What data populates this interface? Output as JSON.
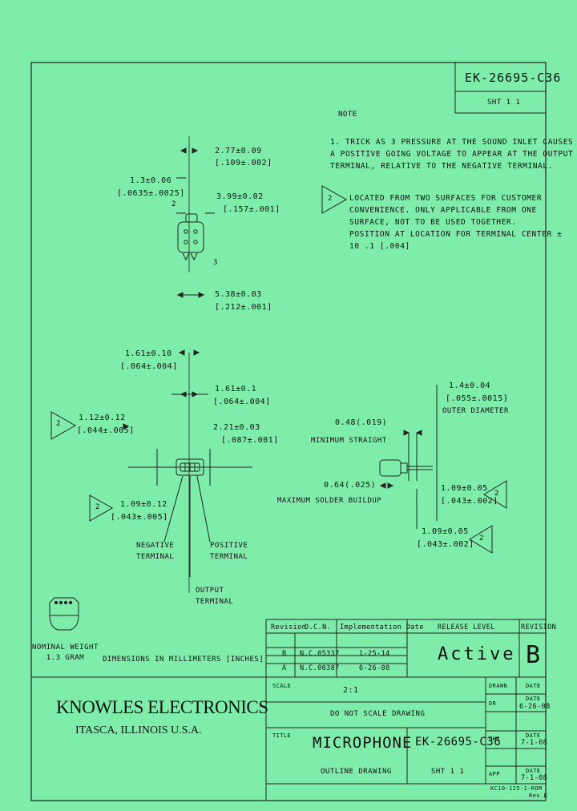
{
  "header": {
    "drawing_number": "EK-26695-C36",
    "sheet": "SHT 1 1"
  },
  "notes": {
    "title": "NOTE",
    "note1": [
      "1.  TRICK AS 3 PRESSURE AT THE SOUND INLET CAUSES",
      "     A POSITIVE GOING VOLTAGE TO APPEAR AT THE OUTPUT",
      "     TERMINAL, RELATIVE TO THE NEGATIVE TERMINAL."
    ],
    "note2_marker": "2",
    "note2": [
      "LOCATED FROM TWO SURFACES FOR CUSTOMER",
      "CONVENIENCE. ONLY APPLICABLE FROM ONE",
      "SURFACE, NOT TO BE USED TOGETHER.",
      "POSITION AT LOCATION FOR TERMINAL CENTER ±",
      "10 .1 [.004]"
    ]
  },
  "top_view": {
    "dim_a": "2.77±0.09",
    "dim_a_in": "[.109±.002]",
    "dim_b": "1.3±0.06",
    "dim_b_in": "[.0635±.0025]",
    "dim_c": "3.99±0.02",
    "dim_c_in": "[.157±.001]",
    "dim_d": "5.38±0.03",
    "dim_d_in": "[.212±.001]",
    "ref2": "2",
    "ref3": "3"
  },
  "front_view": {
    "dim_a": "1.61±0.10",
    "dim_a_in": "[.064±.004]",
    "dim_b": "1.61±0.1",
    "dim_b_in": "[.064±.004]",
    "dim_c": "1.12±0.12",
    "dim_c_in": "[.044±.005]",
    "dim_d": "2.21±0.03",
    "dim_d_in": "[.087±.001]",
    "dim_e": "1.09±0.12",
    "dim_e_in": "[.043±.005]",
    "marker": "2",
    "neg_label": [
      "NEGATIVE",
      "TERMINAL"
    ],
    "pos_label": [
      "POSITIVE",
      "TERMINAL"
    ],
    "out_label": [
      "OUTPUT",
      "TERMINAL"
    ]
  },
  "side_view": {
    "dim_a": "1.4±0.04",
    "dim_a_in": "[.055±.0015]",
    "dim_a_note": "OUTER DIAMETER",
    "dim_b": "0.48(.019)",
    "dim_b_note": "MINIMUM STRAIGHT",
    "dim_c": "0.64(.025)",
    "dim_c_note": "MAXIMUM SOLDER BUILDUP",
    "dim_d": "1.09±0.05",
    "dim_d_in": "[.043±.002]",
    "dim_e": "1.09±0.05",
    "dim_e_in": "[.043±.002]",
    "marker": "2"
  },
  "misc": {
    "weight_line1": "NOMINAL WEIGHT",
    "weight_line2": "1.3 GRAM",
    "dimensions_note": "DIMENSIONS IN MILLIMETERS [INCHES]"
  },
  "revision_table": {
    "headers": [
      "Revision",
      "D.C.N.",
      "Implementation Date"
    ],
    "rows": [
      [
        "B",
        "N.C.05337",
        "1-25-14"
      ],
      [
        "A",
        "N.C.00387",
        "6-26-08"
      ]
    ],
    "release_label": "RELEASE LEVEL",
    "release_value": "Active",
    "rev_label": "REVISION",
    "rev_value": "B"
  },
  "title_block": {
    "company": "KNOWLES ELECTRONICS",
    "location": "ITASCA, ILLINOIS U.S.A.",
    "scale_label": "SCALE",
    "scale_value": "2:1",
    "no_scale": "DO NOT SCALE DRAWING",
    "title_label": "TITLE",
    "title": "MICROPHONE",
    "subtitle": "OUTLINE DRAWING",
    "part_no": "EK-26695-C36",
    "sheet": "SHT 1 1",
    "sign": [
      {
        "role": "DRAWN",
        "date_label": "DATE",
        "date": ""
      },
      {
        "role": "DR",
        "date_label": "DATE",
        "date": "6-26-08"
      },
      {
        "role": "CHK",
        "date_label": "DATE",
        "date": "7-1-08"
      },
      {
        "role": "APP",
        "date_label": "DATE",
        "date": "7-1-08"
      }
    ],
    "footer_left": "KC10-125-1-ROM",
    "footer_right": "Rev.E"
  }
}
